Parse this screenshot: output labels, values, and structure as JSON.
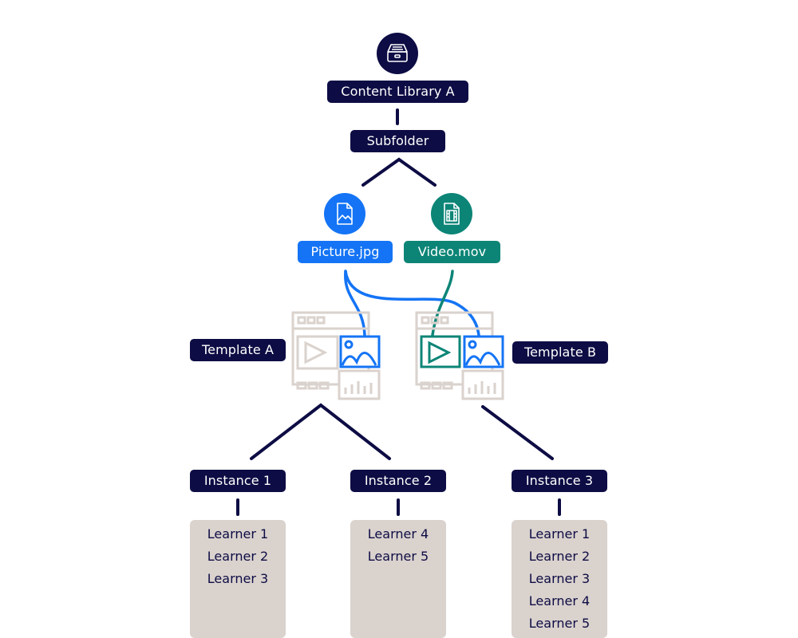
{
  "library": {
    "label": "Content Library A",
    "icon": "archive-drawer-icon"
  },
  "subfolder": {
    "label": "Subfolder"
  },
  "files": [
    {
      "label": "Picture.jpg",
      "icon": "image-file-icon",
      "color": "#1474f5"
    },
    {
      "label": "Video.mov",
      "icon": "video-file-icon",
      "color": "#0c8577"
    }
  ],
  "templates": [
    {
      "label": "Template A"
    },
    {
      "label": "Template B"
    }
  ],
  "instances": [
    {
      "label": "Instance 1",
      "learners": [
        "Learner 1",
        "Learner 2",
        "Learner 3"
      ]
    },
    {
      "label": "Instance 2",
      "learners": [
        "Learner 4",
        "Learner 5"
      ]
    },
    {
      "label": "Instance 3",
      "learners": [
        "Learner 1",
        "Learner 2",
        "Learner 3",
        "Learner 4",
        "Learner 5"
      ]
    }
  ],
  "colors": {
    "navy": "#0d0c44",
    "blue": "#1474f5",
    "teal": "#0c8577",
    "beige": "#dad2cd"
  }
}
